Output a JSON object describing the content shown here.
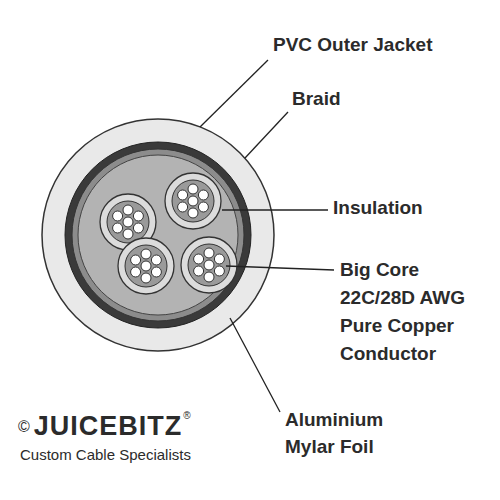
{
  "diagram": {
    "labels": [
      "PVC Outer Jacket",
      "Braid",
      "Insulation",
      "Big Core 22C/28D AWG Pure Copper Conductor",
      "Aluminium Mylar Foil",
      "©",
      "JUICEBITZ",
      "®",
      "Custom Cable Specialists"
    ]
  }
}
